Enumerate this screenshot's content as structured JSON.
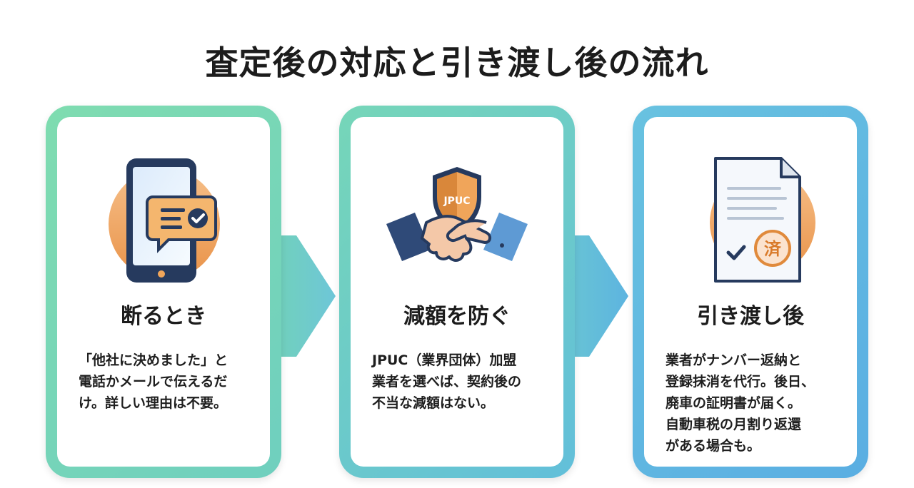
{
  "title": "査定後の対応と引き渡し後の流れ",
  "colors": {
    "green": "#6fd6a8",
    "teal": "#7ad0c6",
    "blue": "#5bb0e2",
    "orange": "#f0a55a",
    "navy": "#263a5e"
  },
  "steps": [
    {
      "heading": "断るとき",
      "icon": "smartphone-message-icon",
      "body": [
        "「他社に決めました」と",
        "電話かメールで伝えるだ",
        "け。詳しい理由は不要。"
      ]
    },
    {
      "heading": "減額を防ぐ",
      "icon": "handshake-shield-icon",
      "shield_label": "JPUC",
      "body": [
        "JPUC（業界団体）加盟",
        "業者を選べば、契約後の",
        "不当な減額はない。"
      ]
    },
    {
      "heading": "引き渡し後",
      "icon": "document-stamp-icon",
      "stamp_label": "済",
      "body": [
        "業者がナンバー返納と",
        "登録抹消を代行。後日、",
        "廃車の証明書が届く。",
        "自動車税の月割り返還",
        "がある場合も。"
      ]
    }
  ]
}
